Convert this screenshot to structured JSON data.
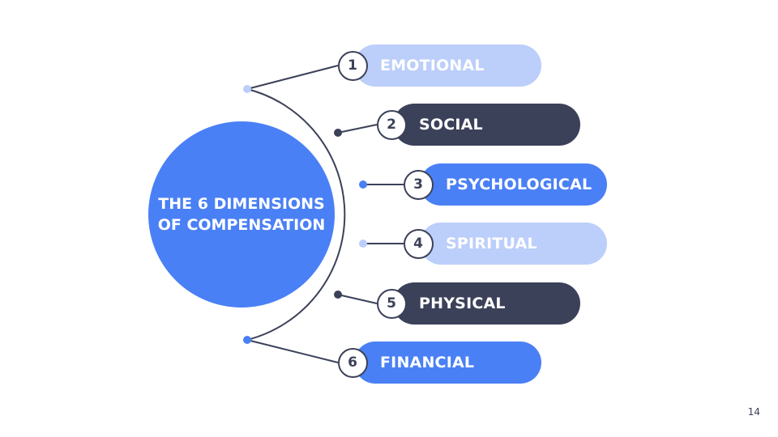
{
  "center": {
    "line1": "THE 6 DIMENSIONS",
    "line2": "OF COMPENSATION",
    "color": "#4a80f5"
  },
  "dimensions": [
    {
      "number": "1",
      "label": "EMOTIONAL",
      "color": "#bccefa"
    },
    {
      "number": "2",
      "label": "SOCIAL",
      "color": "#3b4159"
    },
    {
      "number": "3",
      "label": "PSYCHOLOGICAL",
      "color": "#4a80f5"
    },
    {
      "number": "4",
      "label": "SPIRITUAL",
      "color": "#bccefa"
    },
    {
      "number": "5",
      "label": "PHYSICAL",
      "color": "#3b4159"
    },
    {
      "number": "6",
      "label": "FINANCIAL",
      "color": "#4a80f5"
    }
  ],
  "colors": {
    "connector": "#3b4159"
  },
  "page_number": "14"
}
